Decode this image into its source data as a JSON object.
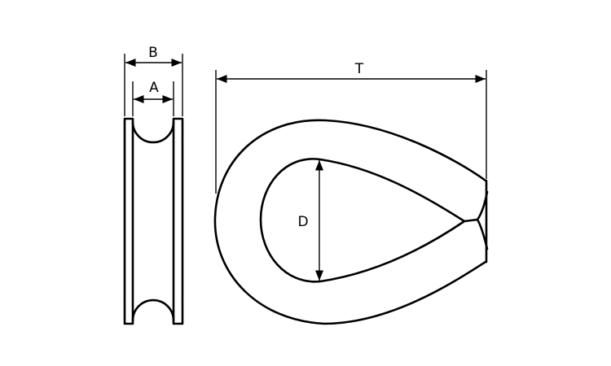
{
  "dimensions": {
    "B": "B",
    "A": "A",
    "T": "T",
    "D": "D"
  },
  "colors": {
    "line": "#000000",
    "background": "#ffffff"
  }
}
